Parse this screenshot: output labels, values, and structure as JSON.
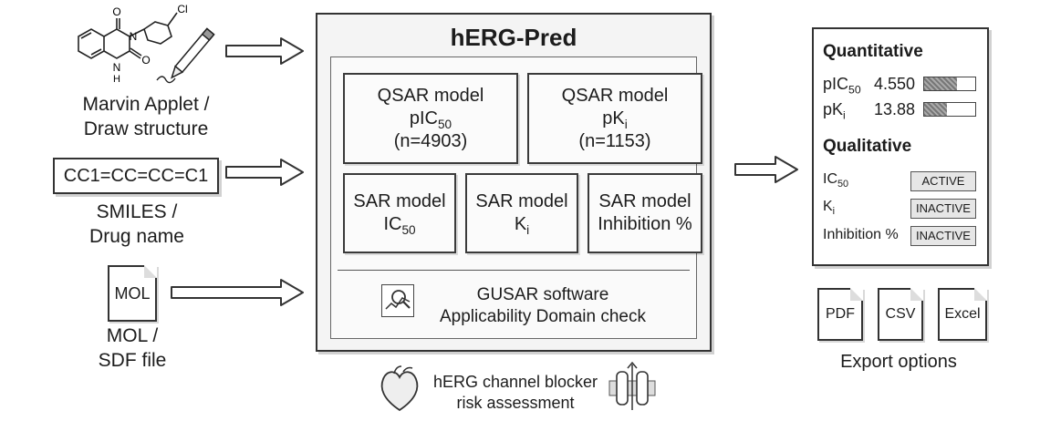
{
  "inputs": {
    "draw": {
      "line1": "Marvin Applet /",
      "line2": "Draw structure",
      "atom_cl": "Cl",
      "atom_o1": "O",
      "atom_o2": "O",
      "atom_n1": "N",
      "atom_n2": "N",
      "atom_h": "H"
    },
    "smiles": {
      "value": "CC1=CC=CC=C1",
      "line1": "SMILES /",
      "line2": "Drug name"
    },
    "mol": {
      "icon_text": "MOL",
      "line1": "MOL /",
      "line2": "SDF file"
    }
  },
  "center": {
    "title": "hERG-Pred",
    "qsar_pic50": {
      "l1": "QSAR model",
      "l2_base": "pIC",
      "l2_sub": "50",
      "l3": "(n=4903)"
    },
    "qsar_pki": {
      "l1": "QSAR model",
      "l2_base": "pK",
      "l2_sub": "i",
      "l3": "(n=1153)"
    },
    "sar_ic50": {
      "l1": "SAR model",
      "l2_base": "IC",
      "l2_sub": "50"
    },
    "sar_ki": {
      "l1": "SAR model",
      "l2_base": "K",
      "l2_sub": "i"
    },
    "sar_inh": {
      "l1": "SAR model",
      "l2": "Inhibition %"
    },
    "gusar": {
      "l1": "GUSAR software",
      "l2": "Applicability Domain check"
    },
    "footer": {
      "l1": "hERG channel blocker",
      "l2": "risk assessment"
    }
  },
  "results": {
    "quant_title": "Quantitative",
    "pic50": {
      "base": "pIC",
      "sub": "50",
      "value": "4.550",
      "fill": 0.65
    },
    "pki": {
      "base": "pK",
      "sub": "i",
      "value": "13.88",
      "fill": 0.45
    },
    "qual_title": "Qualitative",
    "ic50": {
      "base": "IC",
      "sub": "50",
      "status": "ACTIVE"
    },
    "ki": {
      "base": "K",
      "sub": "i",
      "status": "INACTIVE"
    },
    "inhibition": {
      "label": "Inhibition %",
      "status": "INACTIVE"
    }
  },
  "export": {
    "pdf": "PDF",
    "csv": "CSV",
    "excel": "Excel",
    "label": "Export options"
  }
}
